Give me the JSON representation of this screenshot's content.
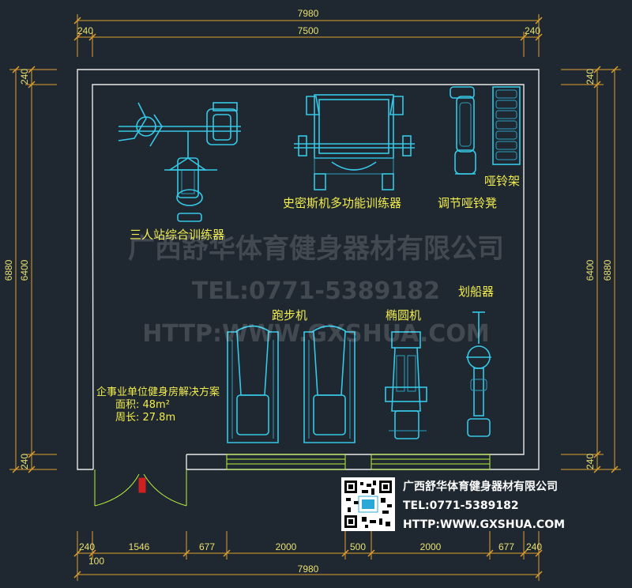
{
  "dimensions": {
    "top_total": "7980",
    "top_left": "240",
    "top_mid": "7500",
    "top_right": "240",
    "left_total": "6880",
    "left_mid": "6400",
    "left_top": "240",
    "left_bottom": "240",
    "right_total": "6880",
    "right_mid": "6400",
    "right_top": "240",
    "right_bottom": "240",
    "bottom_segments": [
      "240",
      "1546",
      "677",
      "2000",
      "500",
      "2000",
      "677",
      "240"
    ],
    "bottom_extra": "100",
    "bottom_total": "7980"
  },
  "equipment": {
    "three_station": "三人站综合训练器",
    "smith": "史密斯机多功能训练器",
    "bench": "调节哑铃凳",
    "dumbbell_rack": "哑铃架",
    "treadmill": "跑步机",
    "elliptical": "椭圆机",
    "rower": "划船器"
  },
  "info": {
    "title": "企事业单位健身房解决方案",
    "area": "面积: 48m²",
    "perimeter": "周长: 27.8m"
  },
  "watermark": {
    "company": "广西舒华体育健身器材有限公司",
    "tel": "TEL:0771-5389182",
    "url": "HTTP:WWW.GXSHUA.COM"
  },
  "contact": {
    "company": "广西舒华体育健身器材有限公司",
    "tel": "TEL:0771-5389182",
    "url": "HTTP:WWW.GXSHUA.COM"
  },
  "colors": {
    "background": "#1f2730",
    "equipment": "#36c8e6",
    "labels": "#f2ee4e",
    "dimension_lines": "#e0a030"
  }
}
